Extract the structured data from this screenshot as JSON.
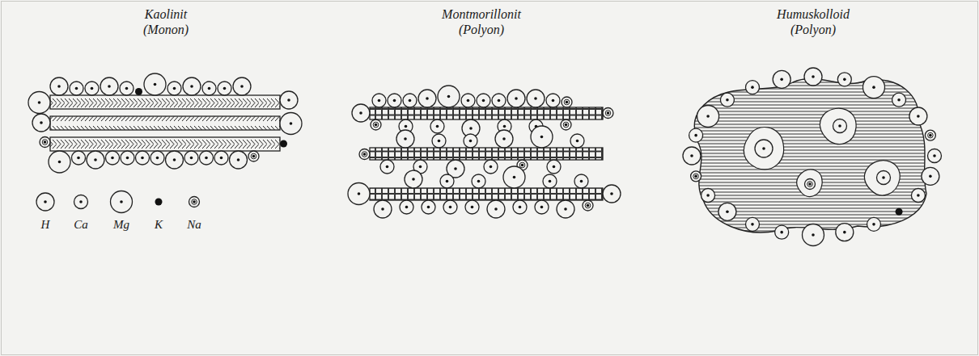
{
  "diagram": {
    "nodes": [
      {
        "text": [
          "Kaolinit (Monon)"
        ]
      },
      {
        "text": [
          "Montmorillonit (Polyon)"
        ]
      },
      {
        "text": [
          "Humuskolloid (Polyon)"
        ]
      }
    ],
    "legend": [
      {
        "text": "H"
      },
      {
        "text": "Ca"
      },
      {
        "text": "Mg"
      },
      {
        "text": "K"
      },
      {
        "text": "Na"
      }
    ]
  }
}
